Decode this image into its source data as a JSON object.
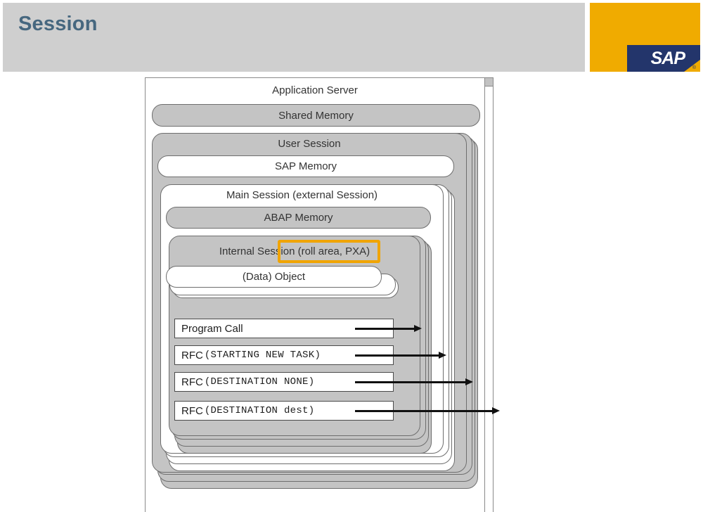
{
  "header": {
    "title": "Session",
    "band_color": "#cfcfcf",
    "title_color": "#46677f"
  },
  "logo": {
    "name": "SAP",
    "text": "SAP",
    "registered": "®",
    "background_color": "#f0ab00",
    "mark_color": "#23356b"
  },
  "diagram": {
    "type": "nested-container-diagram",
    "highlight_color": "#f0a400",
    "container_fill_gray": "#c4c4c4",
    "container_fill_white": "#ffffff",
    "border_color": "#6e6e6e",
    "levels": [
      {
        "id": "application-server",
        "label": "Application Server",
        "fill": "white",
        "shape": "rect",
        "stacked": false
      },
      {
        "id": "shared-memory",
        "label": "Shared Memory",
        "fill": "gray",
        "shape": "pill",
        "stacked": false
      },
      {
        "id": "user-session",
        "label": "User Session",
        "fill": "gray",
        "shape": "rounded",
        "stacked": true,
        "stack_copies": 3
      },
      {
        "id": "sap-memory",
        "label": "SAP Memory",
        "fill": "white",
        "shape": "pill",
        "stacked": false
      },
      {
        "id": "main-session",
        "label": "Main Session (external Session)",
        "fill": "white",
        "shape": "rounded",
        "stacked": true,
        "stack_copies": 3
      },
      {
        "id": "abap-memory",
        "label": "ABAP Memory",
        "fill": "gray",
        "shape": "pill",
        "stacked": false
      },
      {
        "id": "internal-session",
        "label": "Internal Session",
        "label_highlighted": "(roll area, PXA)",
        "fill": "gray",
        "shape": "rounded",
        "stacked": true,
        "stack_copies": 3
      },
      {
        "id": "data-object",
        "label": "(Data) Object",
        "fill": "white",
        "shape": "pill",
        "stacked": true,
        "stack_copies": 2
      }
    ],
    "internal_session_full_label": "Internal Session (roll area, PXA)",
    "calls": [
      {
        "id": "program-call",
        "prefix": "Program Call",
        "mono": "",
        "arrow_length": 105
      },
      {
        "id": "rfc-new-task",
        "prefix": "RFC",
        "mono": "(STARTING NEW TASK)",
        "arrow_length": 140
      },
      {
        "id": "rfc-dest-none",
        "prefix": "RFC",
        "mono": "(DESTINATION NONE)",
        "arrow_length": 180
      },
      {
        "id": "rfc-dest-dest",
        "prefix": "RFC",
        "mono": "(DESTINATION dest)",
        "arrow_length": 218
      }
    ]
  }
}
